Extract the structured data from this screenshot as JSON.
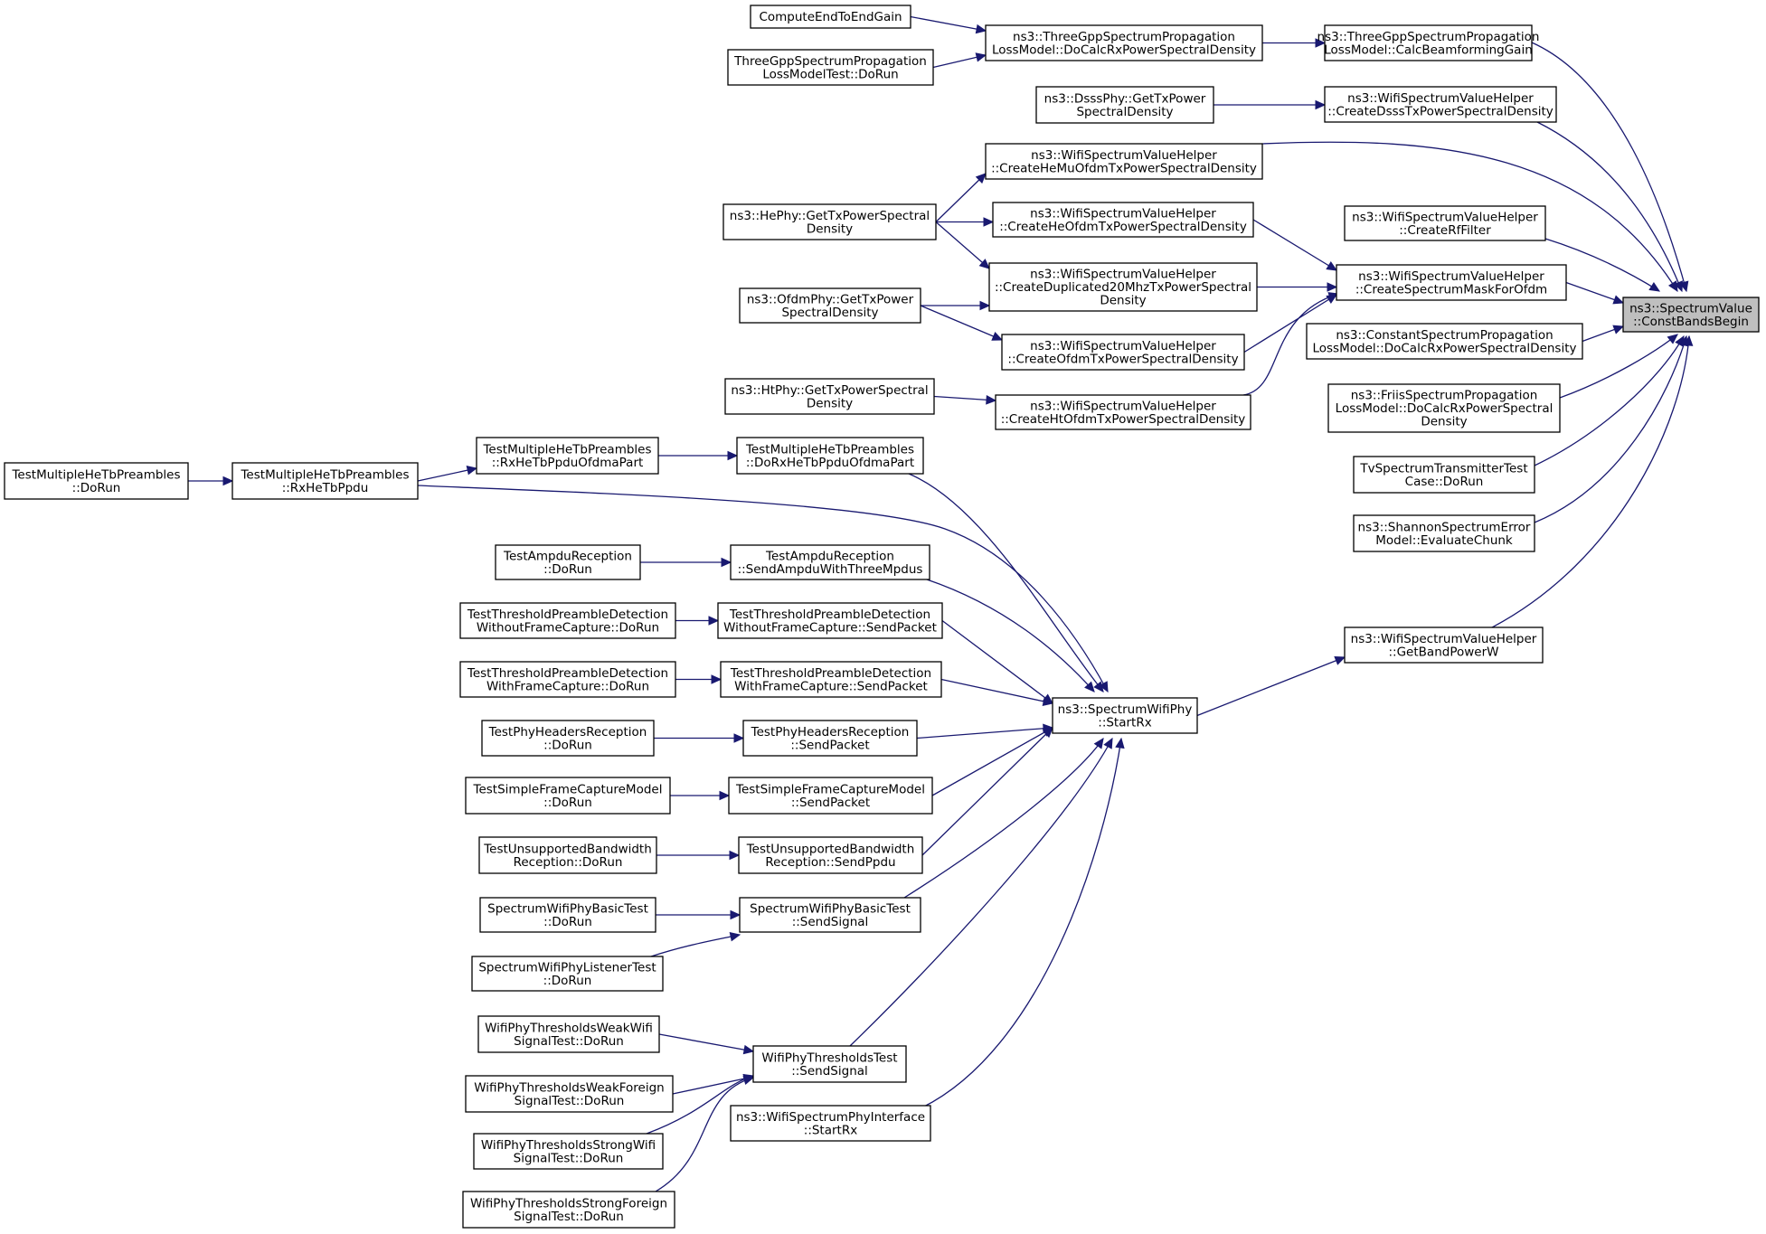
{
  "colors": {
    "edge": "#191970",
    "node_border": "#000000",
    "node_fill": "#ffffff",
    "focus_fill": "#bfbfbf"
  },
  "nodes": [
    {
      "id": "focus",
      "label": [
        "ns3::SpectrumValue",
        "::ConstBandsBegin"
      ],
      "focus": true
    },
    {
      "id": "calcbf",
      "label": [
        "ns3::ThreeGppSpectrumPropagation",
        "LossModel::CalcBeamformingGain"
      ]
    },
    {
      "id": "dsss_helper",
      "label": [
        "ns3::WifiSpectrumValueHelper",
        "::CreateDsssTxPowerSpectralDensity"
      ]
    },
    {
      "id": "hemu",
      "label": [
        "ns3::WifiSpectrumValueHelper",
        "::CreateHeMuOfdmTxPowerSpectralDensity"
      ]
    },
    {
      "id": "rffilter",
      "label": [
        "ns3::WifiSpectrumValueHelper",
        "::CreateRfFilter"
      ]
    },
    {
      "id": "mask",
      "label": [
        "ns3::WifiSpectrumValueHelper",
        "::CreateSpectrumMaskForOfdm"
      ]
    },
    {
      "id": "constprop",
      "label": [
        "ns3::ConstantSpectrumPropagation",
        "LossModel::DoCalcRxPowerSpectralDensity"
      ]
    },
    {
      "id": "friis",
      "label": [
        "ns3::FriisSpectrumPropagation",
        "LossModel::DoCalcRxPowerSpectral",
        "Density"
      ]
    },
    {
      "id": "tvtest",
      "label": [
        "TvSpectrumTransmitterTest",
        "Case::DoRun"
      ]
    },
    {
      "id": "shannon",
      "label": [
        "ns3::ShannonSpectrumError",
        "Model::EvaluateChunk"
      ]
    },
    {
      "id": "bandpower",
      "label": [
        "ns3::WifiSpectrumValueHelper",
        "::GetBandPowerW"
      ]
    },
    {
      "id": "docalc3gpp",
      "label": [
        "ns3::ThreeGppSpectrumPropagation",
        "LossModel::DoCalcRxPowerSpectralDensity"
      ]
    },
    {
      "id": "computeE2E",
      "label": [
        "ComputeEndToEndGain"
      ]
    },
    {
      "id": "test3gpp",
      "label": [
        "ThreeGppSpectrumPropagation",
        "LossModelTest::DoRun"
      ]
    },
    {
      "id": "dsssphy",
      "label": [
        "ns3::DsssPhy::GetTxPower",
        "SpectralDensity"
      ]
    },
    {
      "id": "hephy",
      "label": [
        "ns3::HePhy::GetTxPowerSpectral",
        "Density"
      ]
    },
    {
      "id": "heofdm",
      "label": [
        "ns3::WifiSpectrumValueHelper",
        "::CreateHeOfdmTxPowerSpectralDensity"
      ]
    },
    {
      "id": "dup20",
      "label": [
        "ns3::WifiSpectrumValueHelper",
        "::CreateDuplicated20MhzTxPowerSpectral",
        "Density"
      ]
    },
    {
      "id": "ofdmphy",
      "label": [
        "ns3::OfdmPhy::GetTxPower",
        "SpectralDensity"
      ]
    },
    {
      "id": "ofdmhelper",
      "label": [
        "ns3::WifiSpectrumValueHelper",
        "::CreateOfdmTxPowerSpectralDensity"
      ]
    },
    {
      "id": "htphy",
      "label": [
        "ns3::HtPhy::GetTxPowerSpectral",
        "Density"
      ]
    },
    {
      "id": "htofdm",
      "label": [
        "ns3::WifiSpectrumValueHelper",
        "::CreateHtOfdmTxPowerSpectralDensity"
      ]
    },
    {
      "id": "startrx",
      "label": [
        "ns3::SpectrumWifiPhy",
        "::StartRx"
      ]
    },
    {
      "id": "dorxhetb",
      "label": [
        "TestMultipleHeTbPreambles",
        "::DoRxHeTbPpduOfdmaPart"
      ]
    },
    {
      "id": "rxhetbofdma",
      "label": [
        "TestMultipleHeTbPreambles",
        "::RxHeTbPpduOfdmaPart"
      ]
    },
    {
      "id": "rxhetb",
      "label": [
        "TestMultipleHeTbPreambles",
        "::RxHeTbPpdu"
      ]
    },
    {
      "id": "tmhetb_run",
      "label": [
        "TestMultipleHeTbPreambles",
        "::DoRun"
      ]
    },
    {
      "id": "ampdu_send",
      "label": [
        "TestAmpduReception",
        "::SendAmpduWithThreeMpdus"
      ]
    },
    {
      "id": "ampdu_run",
      "label": [
        "TestAmpduReception",
        "::DoRun"
      ]
    },
    {
      "id": "tpd_wo_send",
      "label": [
        "TestThresholdPreambleDetection",
        "WithoutFrameCapture::SendPacket"
      ]
    },
    {
      "id": "tpd_wo_run",
      "label": [
        "TestThresholdPreambleDetection",
        "WithoutFrameCapture::DoRun"
      ]
    },
    {
      "id": "tpd_w_send",
      "label": [
        "TestThresholdPreambleDetection",
        "WithFrameCapture::SendPacket"
      ]
    },
    {
      "id": "tpd_w_run",
      "label": [
        "TestThresholdPreambleDetection",
        "WithFrameCapture::DoRun"
      ]
    },
    {
      "id": "phr_send",
      "label": [
        "TestPhyHeadersReception",
        "::SendPacket"
      ]
    },
    {
      "id": "phr_run",
      "label": [
        "TestPhyHeadersReception",
        "::DoRun"
      ]
    },
    {
      "id": "sfc_send",
      "label": [
        "TestSimpleFrameCaptureModel",
        "::SendPacket"
      ]
    },
    {
      "id": "sfc_run",
      "label": [
        "TestSimpleFrameCaptureModel",
        "::DoRun"
      ]
    },
    {
      "id": "ubw_send",
      "label": [
        "TestUnsupportedBandwidth",
        "Reception::SendPpdu"
      ]
    },
    {
      "id": "ubw_run",
      "label": [
        "TestUnsupportedBandwidth",
        "Reception::DoRun"
      ]
    },
    {
      "id": "swpb_send",
      "label": [
        "SpectrumWifiPhyBasicTest",
        "::SendSignal"
      ]
    },
    {
      "id": "swpb_run",
      "label": [
        "SpectrumWifiPhyBasicTest",
        "::DoRun"
      ]
    },
    {
      "id": "swpl_run",
      "label": [
        "SpectrumWifiPhyListenerTest",
        "::DoRun"
      ]
    },
    {
      "id": "wpt_send",
      "label": [
        "WifiPhyThresholdsTest",
        "::SendSignal"
      ]
    },
    {
      "id": "wpt_ww",
      "label": [
        "WifiPhyThresholdsWeakWifi",
        "SignalTest::DoRun"
      ]
    },
    {
      "id": "wpt_wf",
      "label": [
        "WifiPhyThresholdsWeakForeign",
        "SignalTest::DoRun"
      ]
    },
    {
      "id": "wpt_sw",
      "label": [
        "WifiPhyThresholdsStrongWifi",
        "SignalTest::DoRun"
      ]
    },
    {
      "id": "wpt_sf",
      "label": [
        "WifiPhyThresholdsStrongForeign",
        "SignalTest::DoRun"
      ]
    },
    {
      "id": "iface_startrx",
      "label": [
        "ns3::WifiSpectrumPhyInterface",
        "::StartRx"
      ]
    }
  ],
  "edges": [
    {
      "from": "calcbf",
      "to": "focus"
    },
    {
      "from": "dsss_helper",
      "to": "focus"
    },
    {
      "from": "hemu",
      "to": "focus"
    },
    {
      "from": "rffilter",
      "to": "focus"
    },
    {
      "from": "mask",
      "to": "focus"
    },
    {
      "from": "constprop",
      "to": "focus"
    },
    {
      "from": "friis",
      "to": "focus"
    },
    {
      "from": "tvtest",
      "to": "focus"
    },
    {
      "from": "shannon",
      "to": "focus"
    },
    {
      "from": "bandpower",
      "to": "focus"
    },
    {
      "from": "docalc3gpp",
      "to": "calcbf"
    },
    {
      "from": "computeE2E",
      "to": "docalc3gpp"
    },
    {
      "from": "test3gpp",
      "to": "docalc3gpp"
    },
    {
      "from": "dsssphy",
      "to": "dsss_helper"
    },
    {
      "from": "hephy",
      "to": "hemu"
    },
    {
      "from": "hephy",
      "to": "heofdm"
    },
    {
      "from": "hephy",
      "to": "dup20"
    },
    {
      "from": "heofdm",
      "to": "mask"
    },
    {
      "from": "dup20",
      "to": "mask"
    },
    {
      "from": "ofdmhelper",
      "to": "mask"
    },
    {
      "from": "htofdm",
      "to": "mask"
    },
    {
      "from": "ofdmphy",
      "to": "dup20"
    },
    {
      "from": "ofdmphy",
      "to": "ofdmhelper"
    },
    {
      "from": "htphy",
      "to": "htofdm"
    },
    {
      "from": "startrx",
      "to": "bandpower"
    },
    {
      "from": "dorxhetb",
      "to": "startrx"
    },
    {
      "from": "rxhetbofdma",
      "to": "dorxhetb"
    },
    {
      "from": "rxhetb",
      "to": "rxhetbofdma"
    },
    {
      "from": "rxhetb",
      "to": "startrx"
    },
    {
      "from": "tmhetb_run",
      "to": "rxhetb"
    },
    {
      "from": "ampdu_send",
      "to": "startrx"
    },
    {
      "from": "ampdu_run",
      "to": "ampdu_send"
    },
    {
      "from": "tpd_wo_send",
      "to": "startrx"
    },
    {
      "from": "tpd_wo_run",
      "to": "tpd_wo_send"
    },
    {
      "from": "tpd_w_send",
      "to": "startrx"
    },
    {
      "from": "tpd_w_run",
      "to": "tpd_w_send"
    },
    {
      "from": "phr_send",
      "to": "startrx"
    },
    {
      "from": "phr_run",
      "to": "phr_send"
    },
    {
      "from": "sfc_send",
      "to": "startrx"
    },
    {
      "from": "sfc_run",
      "to": "sfc_send"
    },
    {
      "from": "ubw_send",
      "to": "startrx"
    },
    {
      "from": "ubw_run",
      "to": "ubw_send"
    },
    {
      "from": "swpb_send",
      "to": "startrx"
    },
    {
      "from": "swpb_run",
      "to": "swpb_send"
    },
    {
      "from": "swpl_run",
      "to": "swpb_send"
    },
    {
      "from": "wpt_send",
      "to": "startrx"
    },
    {
      "from": "wpt_ww",
      "to": "wpt_send"
    },
    {
      "from": "wpt_wf",
      "to": "wpt_send"
    },
    {
      "from": "wpt_sw",
      "to": "wpt_send"
    },
    {
      "from": "wpt_sf",
      "to": "wpt_send"
    },
    {
      "from": "iface_startrx",
      "to": "startrx"
    }
  ]
}
